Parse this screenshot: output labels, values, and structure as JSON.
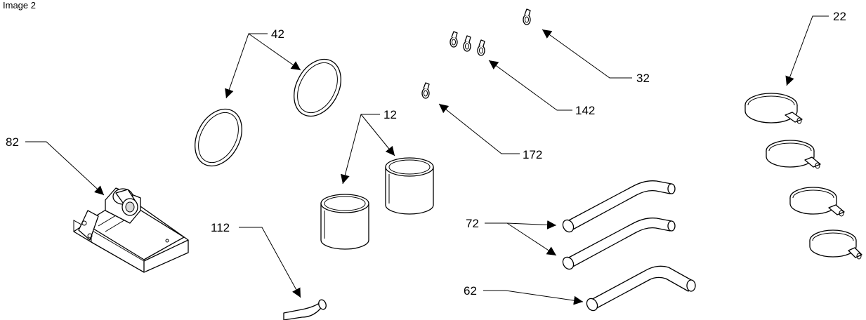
{
  "caption": "Image 2",
  "callouts": {
    "c82": "82",
    "c42": "42",
    "c12": "12",
    "c112": "112",
    "c172": "172",
    "c142": "142",
    "c32": "32",
    "c22": "22",
    "c72": "72",
    "c62": "62"
  }
}
